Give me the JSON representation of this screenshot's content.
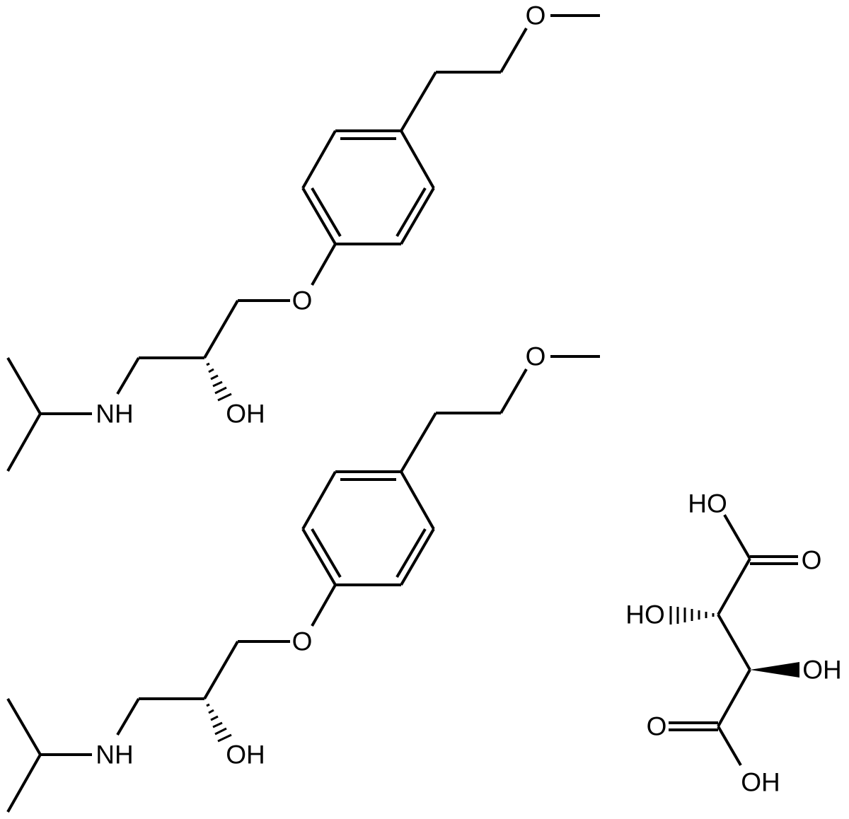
{
  "diagram": {
    "type": "chemical-structure",
    "molecule_1": {
      "methoxy_o": "O",
      "ether_o": "O",
      "amine": "NH",
      "hydroxyl": "OH"
    },
    "molecule_2": {
      "methoxy_o": "O",
      "ether_o": "O",
      "amine": "NH",
      "hydroxyl": "OH"
    },
    "tartaric_acid": {
      "acid_top_oh": "HO",
      "acid_top_o": "O",
      "hydroxyl_left": "HO",
      "hydroxyl_right": "OH",
      "acid_bottom_o": "O",
      "acid_bottom_oh": "OH"
    },
    "colors": {
      "stroke": "#000000",
      "background": "#ffffff"
    }
  }
}
